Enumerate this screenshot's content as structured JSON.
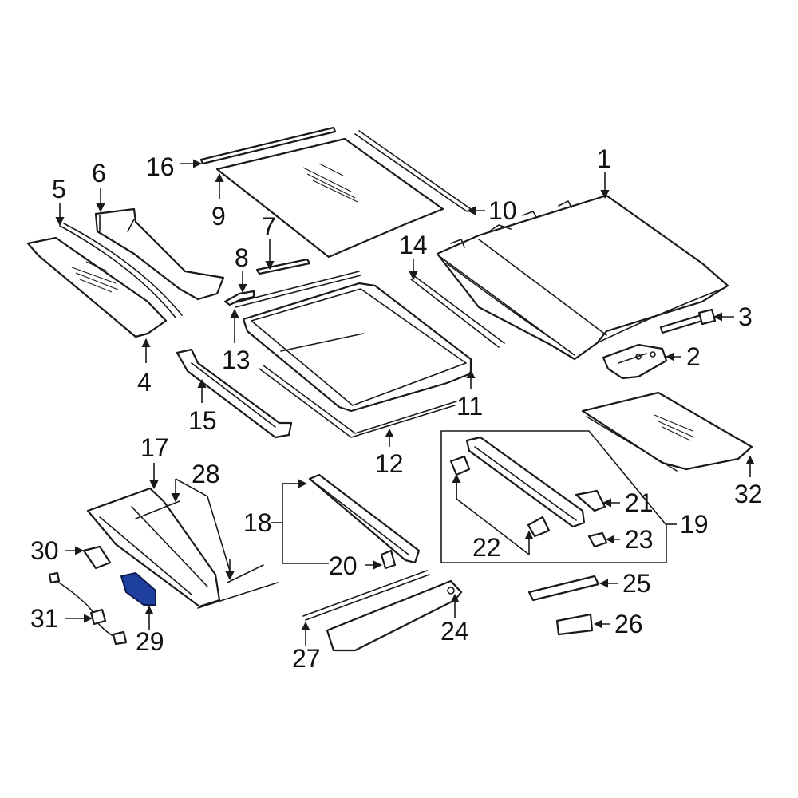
{
  "diagram": {
    "highlight_color": "#1f3f9e",
    "line_color": "#1a1a1a",
    "callouts": [
      {
        "id": "1",
        "label": "1"
      },
      {
        "id": "2",
        "label": "2"
      },
      {
        "id": "3",
        "label": "3"
      },
      {
        "id": "4",
        "label": "4"
      },
      {
        "id": "5",
        "label": "5"
      },
      {
        "id": "6",
        "label": "6"
      },
      {
        "id": "7",
        "label": "7"
      },
      {
        "id": "8",
        "label": "8"
      },
      {
        "id": "9",
        "label": "9"
      },
      {
        "id": "10",
        "label": "10"
      },
      {
        "id": "11",
        "label": "11"
      },
      {
        "id": "12",
        "label": "12"
      },
      {
        "id": "13",
        "label": "13"
      },
      {
        "id": "14",
        "label": "14"
      },
      {
        "id": "15",
        "label": "15"
      },
      {
        "id": "16",
        "label": "16"
      },
      {
        "id": "17",
        "label": "17"
      },
      {
        "id": "18",
        "label": "18"
      },
      {
        "id": "19",
        "label": "19"
      },
      {
        "id": "20",
        "label": "20"
      },
      {
        "id": "21",
        "label": "21"
      },
      {
        "id": "22",
        "label": "22"
      },
      {
        "id": "23",
        "label": "23"
      },
      {
        "id": "24",
        "label": "24"
      },
      {
        "id": "25",
        "label": "25"
      },
      {
        "id": "26",
        "label": "26"
      },
      {
        "id": "27",
        "label": "27"
      },
      {
        "id": "28",
        "label": "28"
      },
      {
        "id": "29",
        "label": "29"
      },
      {
        "id": "30",
        "label": "30"
      },
      {
        "id": "31",
        "label": "31"
      },
      {
        "id": "32",
        "label": "32"
      }
    ],
    "highlighted_part": "29"
  }
}
